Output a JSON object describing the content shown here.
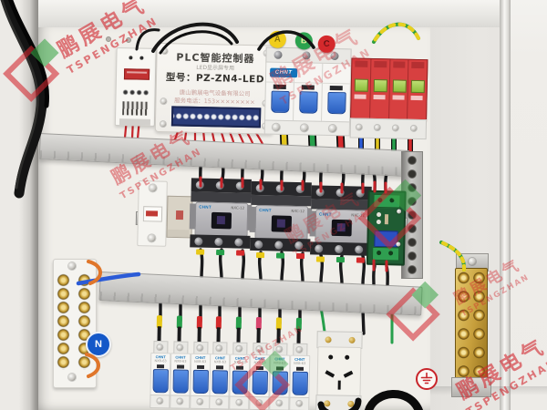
{
  "watermark": {
    "company_cn": "鹏展电气",
    "company_en": "TSPENGZHAN",
    "color": "#d2262e"
  },
  "plc_controller": {
    "title": "PLC智能控制器",
    "subtitle": "LED显示屏专用",
    "model": "型号：PZ-ZN4-LED",
    "company": "唐山鹏展电气设备有限公司",
    "phone": "服务电话：153××××××××"
  },
  "brand": {
    "name": "CHNT"
  },
  "phase_markers": [
    {
      "label": "A",
      "color": "#f0cd1c"
    },
    {
      "label": "B",
      "color": "#2ba24e"
    },
    {
      "label": "C",
      "color": "#d42a2c"
    }
  ],
  "main_breaker": {
    "brand": "CHNT",
    "poles": 3
  },
  "surge_protector": {
    "modules": 4,
    "body_color": "#d74040",
    "window_color": "#9ac83e"
  },
  "contactors": {
    "count": 3,
    "brand": "CHNT",
    "model": "NXC-12"
  },
  "branch_breakers": {
    "count": 8,
    "brand": "CHNT",
    "model": "NXB-63"
  },
  "socket_outlet": {
    "holes": 5
  },
  "labels": {
    "neutral": "N"
  },
  "wire_colors": {
    "black": "#1a1a1c",
    "red": "#c6242a",
    "green": "#1f9e4b",
    "yellow": "#e8c818",
    "blue": "#2b5bd7",
    "orange": "#e0762b",
    "pink": "#d8446e"
  },
  "branch_wire_sequence": [
    "yellow",
    "green",
    "red",
    "red",
    "green",
    "pink",
    "yellow",
    "green"
  ]
}
